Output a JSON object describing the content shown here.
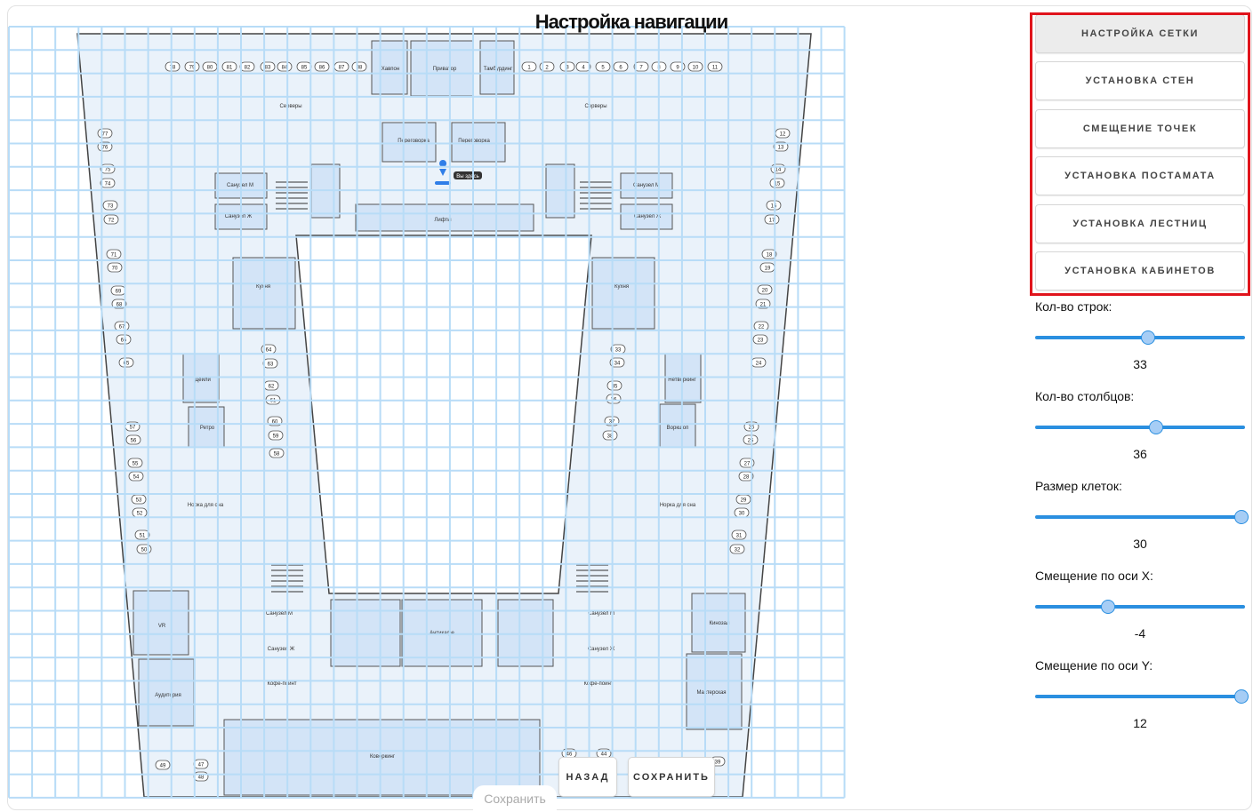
{
  "title": "Настройка навигации",
  "modes": [
    {
      "label": "НАСТРОЙКА СЕТКИ",
      "active": true
    },
    {
      "label": "УСТАНОВКА СТЕН"
    },
    {
      "label": "СМЕЩЕНИЕ ТОЧЕК"
    },
    {
      "label": "УСТАНОВКА ПОСТАМАТА"
    },
    {
      "label": "УСТАНОВКА ЛЕСТНИЦ"
    },
    {
      "label": "УСТАНОВКА КАБИНЕТОВ"
    }
  ],
  "settings": [
    {
      "label": "Кол-во строк:",
      "value": "33",
      "fraction": 0.54
    },
    {
      "label": "Кол-во столбцов:",
      "value": "36",
      "fraction": 0.58
    },
    {
      "label": "Размер клеток:",
      "value": "30",
      "fraction": 1.0
    },
    {
      "label": "Смещение по оси X:",
      "value": "-4",
      "fraction": 0.34
    },
    {
      "label": "Смещение по оси Y:",
      "value": "12",
      "fraction": 1.0
    }
  ],
  "grid": {
    "rows": 33,
    "cols": 36,
    "color": "#b8dcf7"
  },
  "buttons": {
    "back": "НАЗАД",
    "save": "СОХРАНИТЬ",
    "save_tab": "Сохранить"
  },
  "plan": {
    "you_are_here": "Вы здесь",
    "rooms": [
      "Хавпон",
      "Приватор",
      "Тамбурдинг",
      "Переговорка",
      "Переговорка",
      "Лифты",
      "Санузел М",
      "Санузел Ж",
      "Санузел М",
      "Санузел Ж",
      "Кухня",
      "Кухня",
      "Дейли",
      "Ретро",
      "Нетворкинг",
      "Воркшоп",
      "Антикафе",
      "Коворкинг",
      "Санузел М",
      "Санузел Ж",
      "Санузел М",
      "Санузел Ж",
      "Кофе-поинт",
      "Кофе-поинт",
      "VR",
      "Аудитория",
      "Кинозал",
      "Мастерская",
      "Норка для сна",
      "Норка для сна",
      "Серверы",
      "Серверы"
    ],
    "seats": [
      "78",
      "79",
      "80",
      "81",
      "82",
      "83",
      "84",
      "85",
      "86",
      "87",
      "88",
      "1",
      "2",
      "3",
      "4",
      "5",
      "6",
      "7",
      "8",
      "9",
      "10",
      "11",
      "77",
      "76",
      "75",
      "74",
      "73",
      "72",
      "71",
      "70",
      "69",
      "68",
      "67",
      "66",
      "65",
      "57",
      "56",
      "55",
      "54",
      "53",
      "52",
      "51",
      "50",
      "49",
      "47",
      "48",
      "12",
      "13",
      "14",
      "15",
      "16",
      "17",
      "18",
      "19",
      "20",
      "21",
      "22",
      "23",
      "24",
      "25",
      "26",
      "27",
      "28",
      "29",
      "30",
      "31",
      "32",
      "39",
      "44",
      "46",
      "64",
      "63",
      "62",
      "61",
      "60",
      "59",
      "58",
      "33",
      "34",
      "35",
      "36",
      "37",
      "38"
    ]
  }
}
